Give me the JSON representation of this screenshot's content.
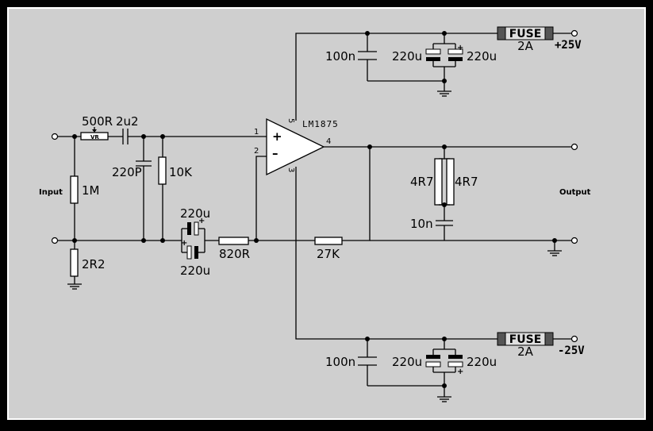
{
  "colors": {
    "background": "#cfcfcf",
    "frame": "#000000",
    "wire": "#000000",
    "fuse_cap": "#555555",
    "fuse_body": "#e0e0e0"
  },
  "opamp": {
    "name": "LM1875",
    "pin_noninv": "1",
    "pin_inv": "2",
    "pin_vplus": "5",
    "pin_vminus": "3",
    "pin_out": "4",
    "plus_sign": "+",
    "minus_sign": "–"
  },
  "input_stage": {
    "input_label": "Input",
    "vr": "500R",
    "vr_tag": "VR",
    "coupling_cap": "2u2",
    "shunt_cap": "220P",
    "bias_res": "10K",
    "input_res": "1M",
    "ground_res": "2R2"
  },
  "feedback": {
    "cap_top": "220u",
    "cap_bottom": "220u",
    "series_res": "820R",
    "feedback_res": "27K"
  },
  "output_stage": {
    "output_label": "Output",
    "res_a": "4R7",
    "res_b": "4R7",
    "zobel_cap": "10n"
  },
  "supply_pos": {
    "cap_film": "100n",
    "cap_elec_a": "220u",
    "cap_elec_b": "220u",
    "fuse_label": "FUSE",
    "fuse_rating": "2A",
    "rail": "+25V"
  },
  "supply_neg": {
    "cap_film": "100n",
    "cap_elec_a": "220u",
    "cap_elec_b": "220u",
    "fuse_label": "FUSE",
    "fuse_rating": "2A",
    "rail": "-25V"
  }
}
